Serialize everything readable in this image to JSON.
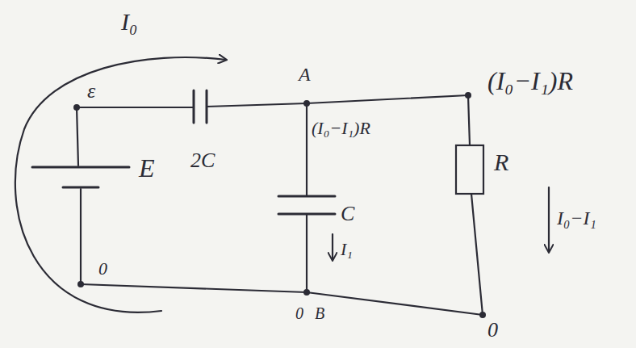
{
  "diagram": {
    "labels": [
      "I₀",
      "ε",
      "E",
      "2C",
      "A",
      "(I₀−I₁)R",
      "(I₀−I₁)R",
      "R",
      "C",
      "I₁",
      "I₀−I₁",
      "0",
      "0",
      "B",
      "0"
    ]
  }
}
